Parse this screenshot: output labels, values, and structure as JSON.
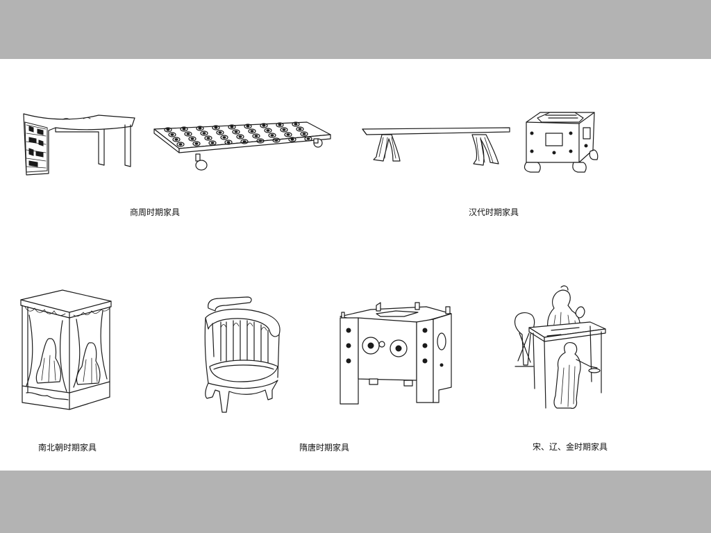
{
  "slide": {
    "top_band_color": "#b3b3b3",
    "bottom_band_color": "#b3b3b3",
    "background_color": "#ffffff"
  },
  "groups": [
    {
      "caption": "商周时期家具",
      "items": [
        "bronze-stool-illustration",
        "mat-bed-illustration"
      ]
    },
    {
      "caption": "汉代时期家具",
      "items": [
        "long-bench-illustration",
        "square-stand-illustration"
      ]
    },
    {
      "caption": "南北朝时期家具",
      "items": [
        "curtained-canopy-bed-illustration"
      ]
    },
    {
      "caption": "隋唐时期家具",
      "items": [
        "round-back-armchair-illustration",
        "square-stool-illustration"
      ]
    },
    {
      "caption": "宋、辽、金时期家具",
      "items": [
        "desk-with-figures-illustration"
      ]
    }
  ]
}
